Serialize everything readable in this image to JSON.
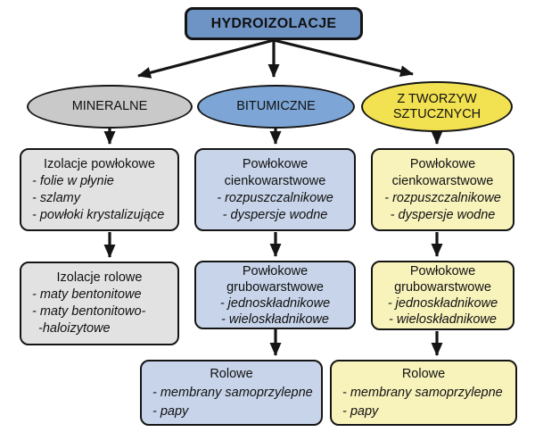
{
  "root": {
    "label": "HYDROIZOLACJE"
  },
  "branches": {
    "mineralne": {
      "label": "MINERALNE"
    },
    "bitumiczne": {
      "label": "BITUMICZNE"
    },
    "tworzywa_sztuczne": {
      "label": "Z TWORZYW SZTUCZNYCH"
    }
  },
  "boxes": {
    "mineralne_powlokowe": {
      "title": "Izolacje powłokowe",
      "items": [
        "- folie w płynie",
        "- szlamy",
        "- powłoki krystalizujące"
      ]
    },
    "mineralne_rolowe": {
      "title": "Izolacje rolowe",
      "items": [
        "- maty bentonitowe",
        "- maty bentonitowo-",
        "-haloizytowe"
      ]
    },
    "bitumiczne_cienkowarstwowe": {
      "title": "Powłokowe cienkowarstwowe",
      "items": [
        "- rozpuszczalnikowe",
        "- dyspersje wodne"
      ]
    },
    "bitumiczne_grubowarstwowe": {
      "title": "Powłokowe grubowarstwowe",
      "items": [
        "- jednoskładnikowe",
        "- wieloskładnikowe"
      ]
    },
    "bitumiczne_rolowe": {
      "title": "Rolowe",
      "items": [
        "- membrany samoprzylepne",
        "- papy"
      ]
    },
    "tworzywa_cienkowarstwowe": {
      "title": "Powłokowe cienkowarstwowe",
      "items": [
        "- rozpuszczalnikowe",
        "- dyspersje wodne"
      ]
    },
    "tworzywa_grubowarstwowe": {
      "title": "Powłokowe grubowarstwowe",
      "items": [
        "- jednoskładnikowe",
        "- wieloskładnikowe"
      ]
    },
    "tworzywa_rolowe": {
      "title": "Rolowe",
      "items": [
        "- membrany samoprzylepne",
        "- papy"
      ]
    }
  },
  "colors": {
    "root_fill": "#6e94c6",
    "mineralne_ellipse_fill": "#c9c9c9",
    "mineralne_box_fill": "#e2e2e2",
    "bitumiczne_ellipse_fill": "#7da6d6",
    "bitumiczne_box_fill": "#c7d4ea",
    "tworzywa_ellipse_fill": "#f2e150",
    "tworzywa_box_fill": "#f8f3bb",
    "border": "#151515",
    "arrow": "#151515"
  }
}
